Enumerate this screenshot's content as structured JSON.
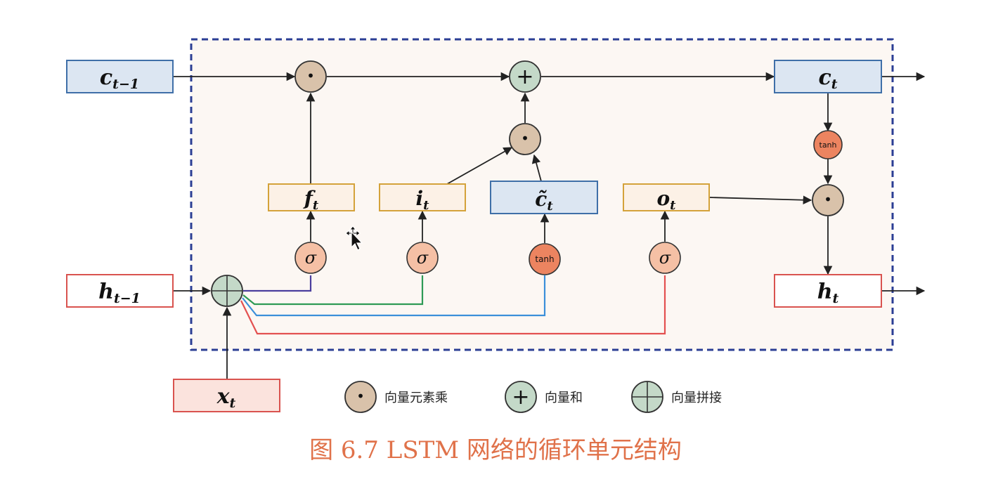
{
  "nodes": {
    "c_prev": {
      "main": "c",
      "sub": "t−1"
    },
    "h_prev": {
      "main": "h",
      "sub": "t−1"
    },
    "x_t": {
      "main": "x",
      "sub": "t"
    },
    "c_t": {
      "main": "c",
      "sub": "t"
    },
    "h_t": {
      "main": "h",
      "sub": "t"
    },
    "f_t": {
      "main": "f",
      "sub": "t"
    },
    "i_t": {
      "main": "i",
      "sub": "t"
    },
    "ctilde_t": {
      "main": "c̃",
      "sub": "t"
    },
    "o_t": {
      "main": "o",
      "sub": "t"
    }
  },
  "ops": {
    "sigma": "σ",
    "tanh": "tanh",
    "dot": "•",
    "plus": "+"
  },
  "legend": [
    {
      "symbol": "dot",
      "label": "向量元素乘"
    },
    {
      "symbol": "plus",
      "label": "向量和"
    },
    {
      "symbol": "concat",
      "label": "向量拼接"
    }
  ],
  "caption": "图 6.7   LSTM 网络的循环单元结构",
  "colors": {
    "cell_border": "#2b3e94",
    "cell_fill": "#fcf7f3",
    "blue_box_fill": "#dce6f2",
    "blue_box_border": "#3f6fa8",
    "red_box_border": "#d9534f",
    "gate_box_border": "#d4a23a",
    "op_mult_fill": "#d9c2aa",
    "op_add_fill": "#c4d9c8",
    "sigma_fill": "#f5c0a5",
    "tanh_fill": "#ec8460",
    "line_purple": "#4b3e9e",
    "line_green": "#2e9a55",
    "line_blue": "#3b8fd9",
    "line_red": "#e35050",
    "caption": "#e0724a"
  }
}
